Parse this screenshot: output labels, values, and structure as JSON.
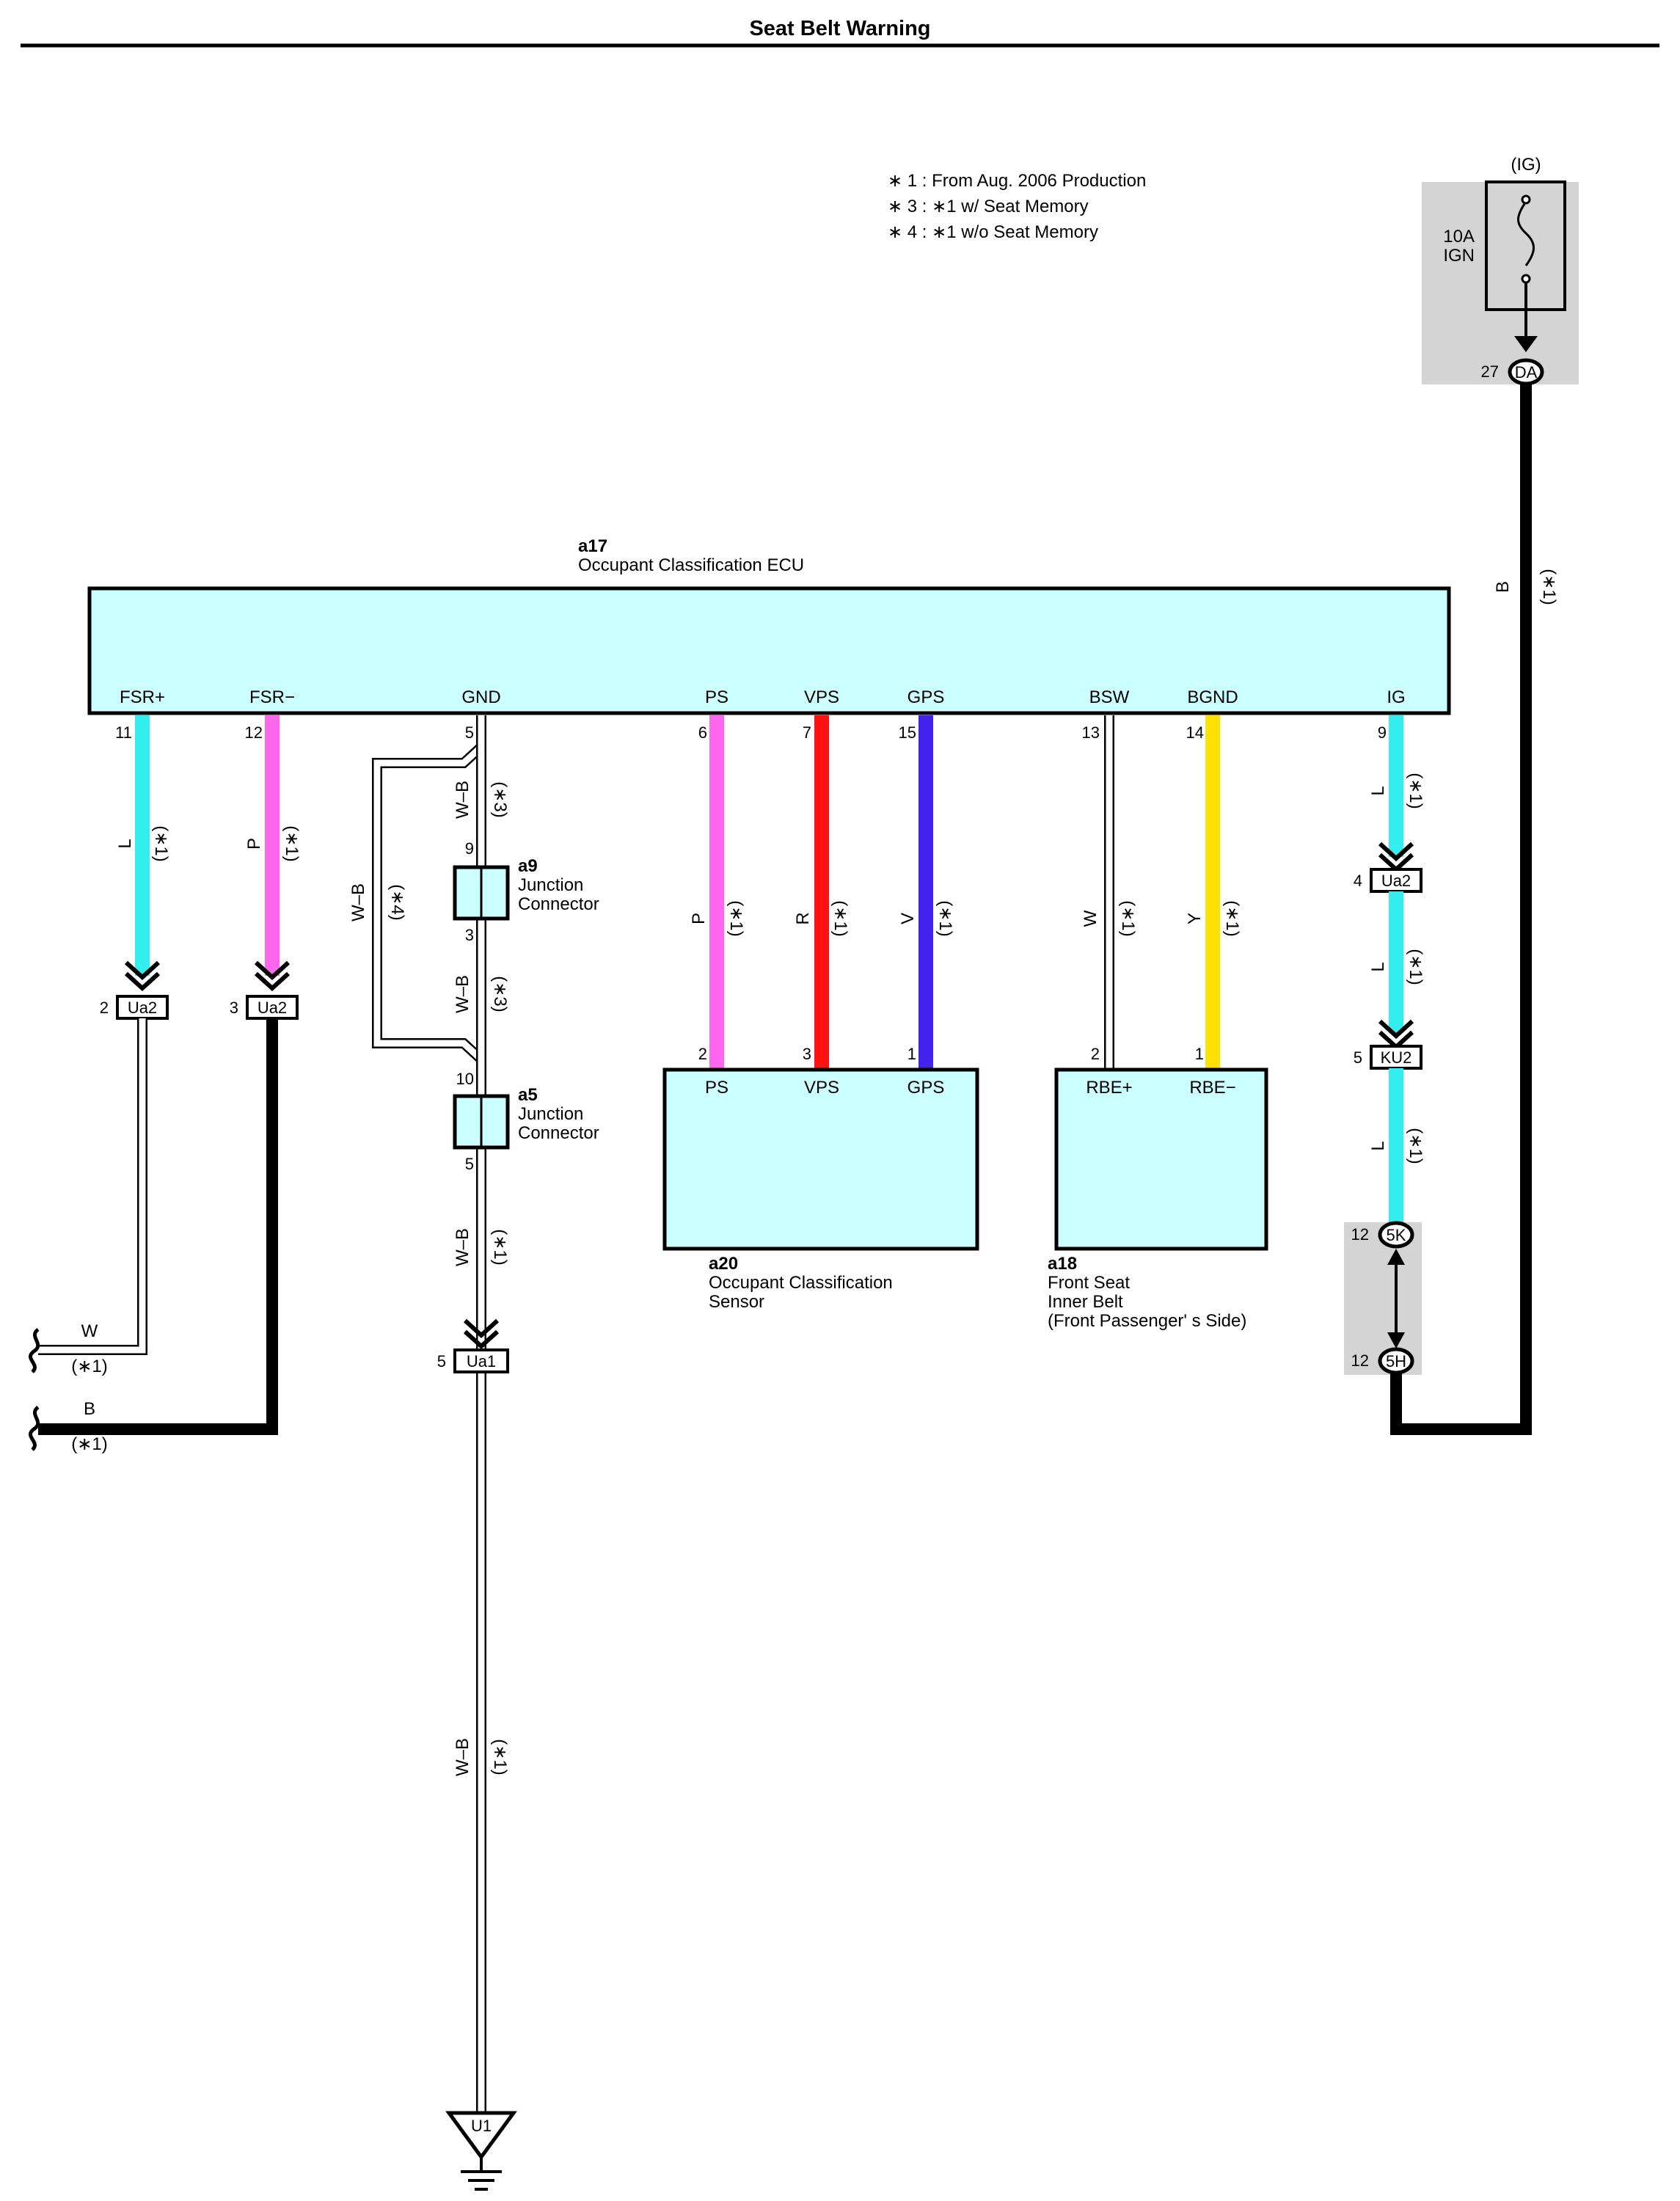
{
  "title": "Seat Belt Warning",
  "notes": [
    "∗ 1 : From Aug.  2006 Production",
    "∗ 3 : ∗1 w/ Seat Memory",
    "∗ 4 : ∗1 w/o Seat Memory"
  ],
  "colors": {
    "cyan": "#33eeee",
    "pink": "#ff66ee",
    "red": "#ff1111",
    "violet": "#4422ee",
    "yellow": "#ffe000",
    "box_fill": "#ccffff",
    "grey_area": "#d4d4d4",
    "black": "#000000"
  },
  "fuse": {
    "source": "(IG)",
    "rating": "10A",
    "name": "IGN",
    "connector": "DA",
    "pin": "27"
  },
  "ecu": {
    "id": "a17",
    "name": "Occupant Classification ECU",
    "terminals": [
      {
        "name": "FSR+",
        "pin": "11"
      },
      {
        "name": "FSR−",
        "pin": "12"
      },
      {
        "name": "GND",
        "pin": "5"
      },
      {
        "name": "PS",
        "pin": "6"
      },
      {
        "name": "VPS",
        "pin": "7"
      },
      {
        "name": "GPS",
        "pin": "15"
      },
      {
        "name": "BSW",
        "pin": "13"
      },
      {
        "name": "BGND",
        "pin": "14"
      },
      {
        "name": "IG",
        "pin": "9"
      }
    ]
  },
  "junction_a9": {
    "id": "a9",
    "line1": "Junction",
    "line2": "Connector",
    "pin_top": "9",
    "pin_bottom": "3"
  },
  "junction_a5": {
    "id": "a5",
    "line1": "Junction",
    "line2": "Connector",
    "pin_top": "10",
    "pin_bottom": "5"
  },
  "sensor_a20": {
    "id": "a20",
    "line1": "Occupant Classification",
    "line2": "Sensor",
    "terminals": [
      {
        "name": "PS",
        "pin": "2"
      },
      {
        "name": "VPS",
        "pin": "3"
      },
      {
        "name": "GPS",
        "pin": "1"
      }
    ]
  },
  "belt_a18": {
    "id": "a18",
    "line1": "Front Seat",
    "line2": "Inner Belt",
    "line3": "(Front Passenger'  s Side)",
    "terminals": [
      {
        "name": "RBE+",
        "pin": "2"
      },
      {
        "name": "RBE−",
        "pin": "1"
      }
    ]
  },
  "connectors": {
    "fsr_plus": {
      "id": "Ua2",
      "pin": "2"
    },
    "fsr_minus": {
      "id": "Ua2",
      "pin": "3"
    },
    "ig_ua2": {
      "id": "Ua2",
      "pin": "4"
    },
    "ig_ku2": {
      "id": "KU2",
      "pin": "5"
    },
    "ig_5k": {
      "id": "5K",
      "pin": "12"
    },
    "ig_5h": {
      "id": "5H",
      "pin": "12"
    },
    "gnd_ua1": {
      "id": "Ua1",
      "pin": "5"
    }
  },
  "ground": {
    "id": "U1"
  },
  "wires": {
    "fsr_plus": {
      "color": "L",
      "note": "(∗1)"
    },
    "fsr_minus": {
      "color": "P",
      "note": "(∗1)"
    },
    "gnd_a9": {
      "color": "W–B",
      "note": "(∗3)"
    },
    "gnd_bypass": {
      "color": "W–B",
      "note": "(∗4)"
    },
    "gnd_a5": {
      "color": "W–B",
      "note": "(∗3)"
    },
    "gnd_ua1": {
      "color": "W–B",
      "note": "(∗1)"
    },
    "gnd_u1": {
      "color": "W–B",
      "note": "(∗1)"
    },
    "ps": {
      "color": "P",
      "note": "(∗1)"
    },
    "vps": {
      "color": "R",
      "note": "(∗1)"
    },
    "gps": {
      "color": "V",
      "note": "(∗1)"
    },
    "bsw": {
      "color": "W",
      "note": "(∗1)"
    },
    "bgnd": {
      "color": "Y",
      "note": "(∗1)"
    },
    "ig1": {
      "color": "L",
      "note": "(∗1)"
    },
    "ig2": {
      "color": "L",
      "note": "(∗1)"
    },
    "ig3": {
      "color": "L",
      "note": "(∗1)"
    },
    "b_main": {
      "color": "B",
      "note": "(∗1)"
    },
    "out_w": {
      "color": "W",
      "note": "(∗1)"
    },
    "out_b": {
      "color": "B",
      "note": "(∗1)"
    }
  }
}
